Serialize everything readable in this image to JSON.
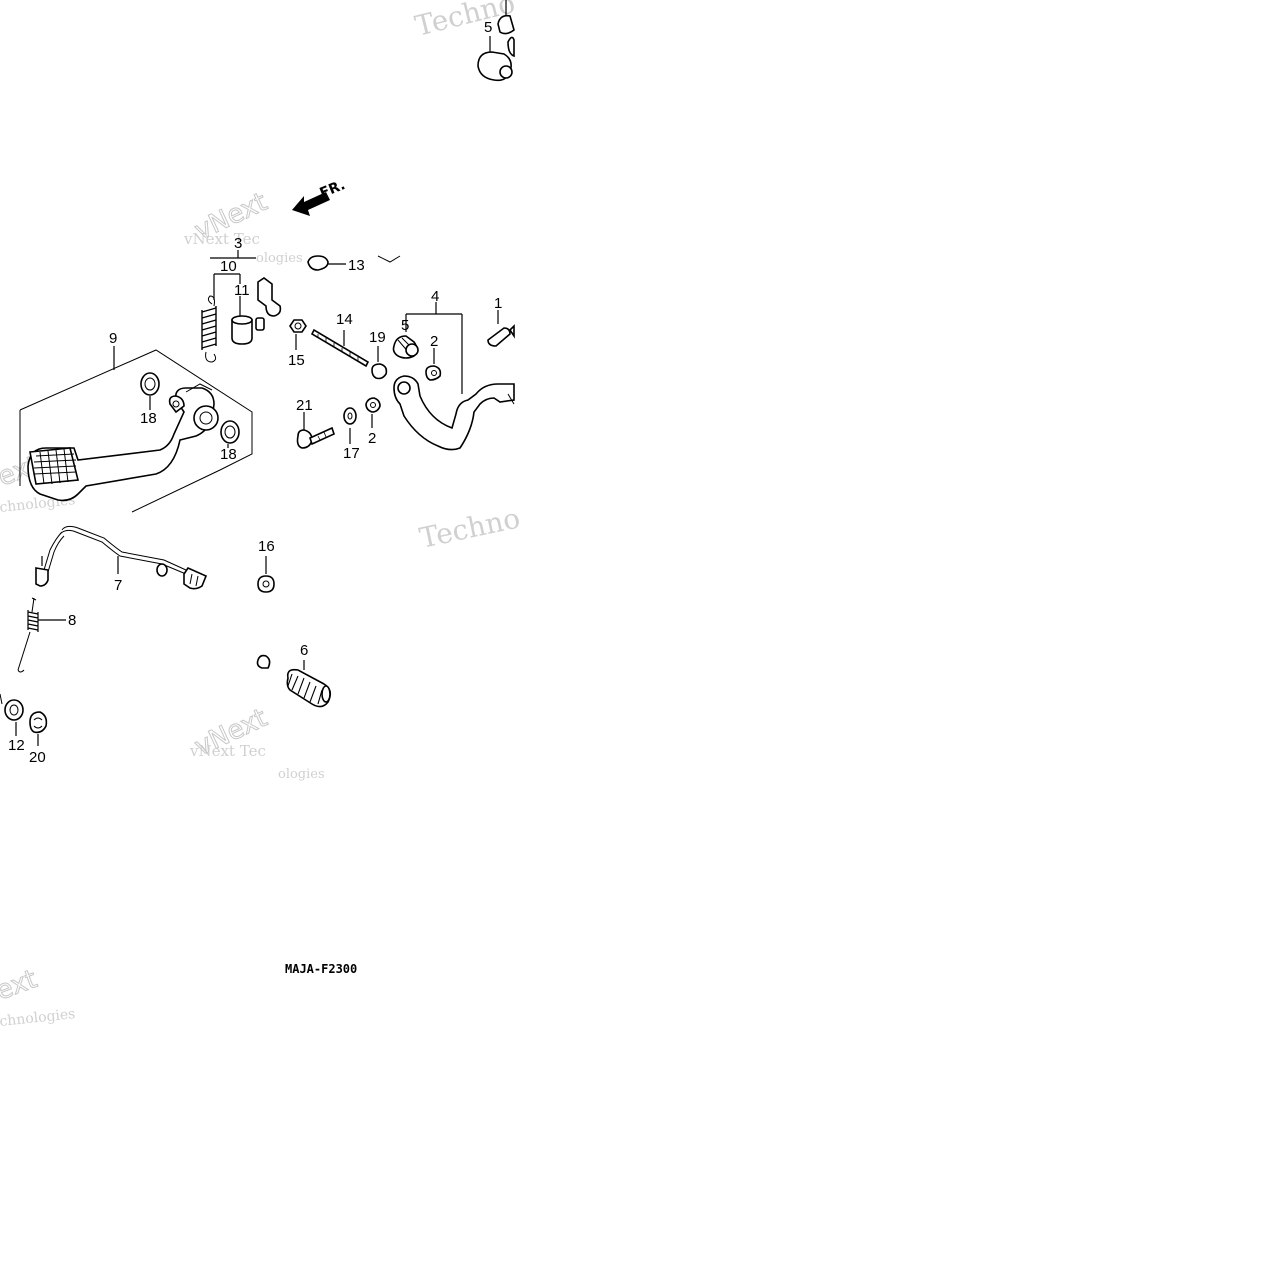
{
  "diagram_code": "MAJA-F2300",
  "direction_label": "FR.",
  "watermarks": {
    "brand_serif": "vNext Tec",
    "brand_outline": "vNext",
    "technologies": "Technologies",
    "techno": "Techno",
    "ext": "ext",
    "chnologies": "chnologies",
    "ologies": "ologies"
  },
  "callouts": {
    "c1": "1",
    "c2a": "2",
    "c2b": "2",
    "c3": "3",
    "c4": "4",
    "c5a": "5",
    "c5b": "5",
    "c6": "6",
    "c7": "7",
    "c8": "8",
    "c9": "9",
    "c10": "10",
    "c11": "11",
    "c12": "12",
    "c13": "13",
    "c14": "14",
    "c15": "15",
    "c16": "16",
    "c17": "17",
    "c18a": "18",
    "c18b": "18",
    "c19": "19",
    "c20": "20",
    "c21": "21"
  },
  "colors": {
    "line": "#000000",
    "watermark": "#c8c8c8",
    "background": "#ffffff"
  }
}
